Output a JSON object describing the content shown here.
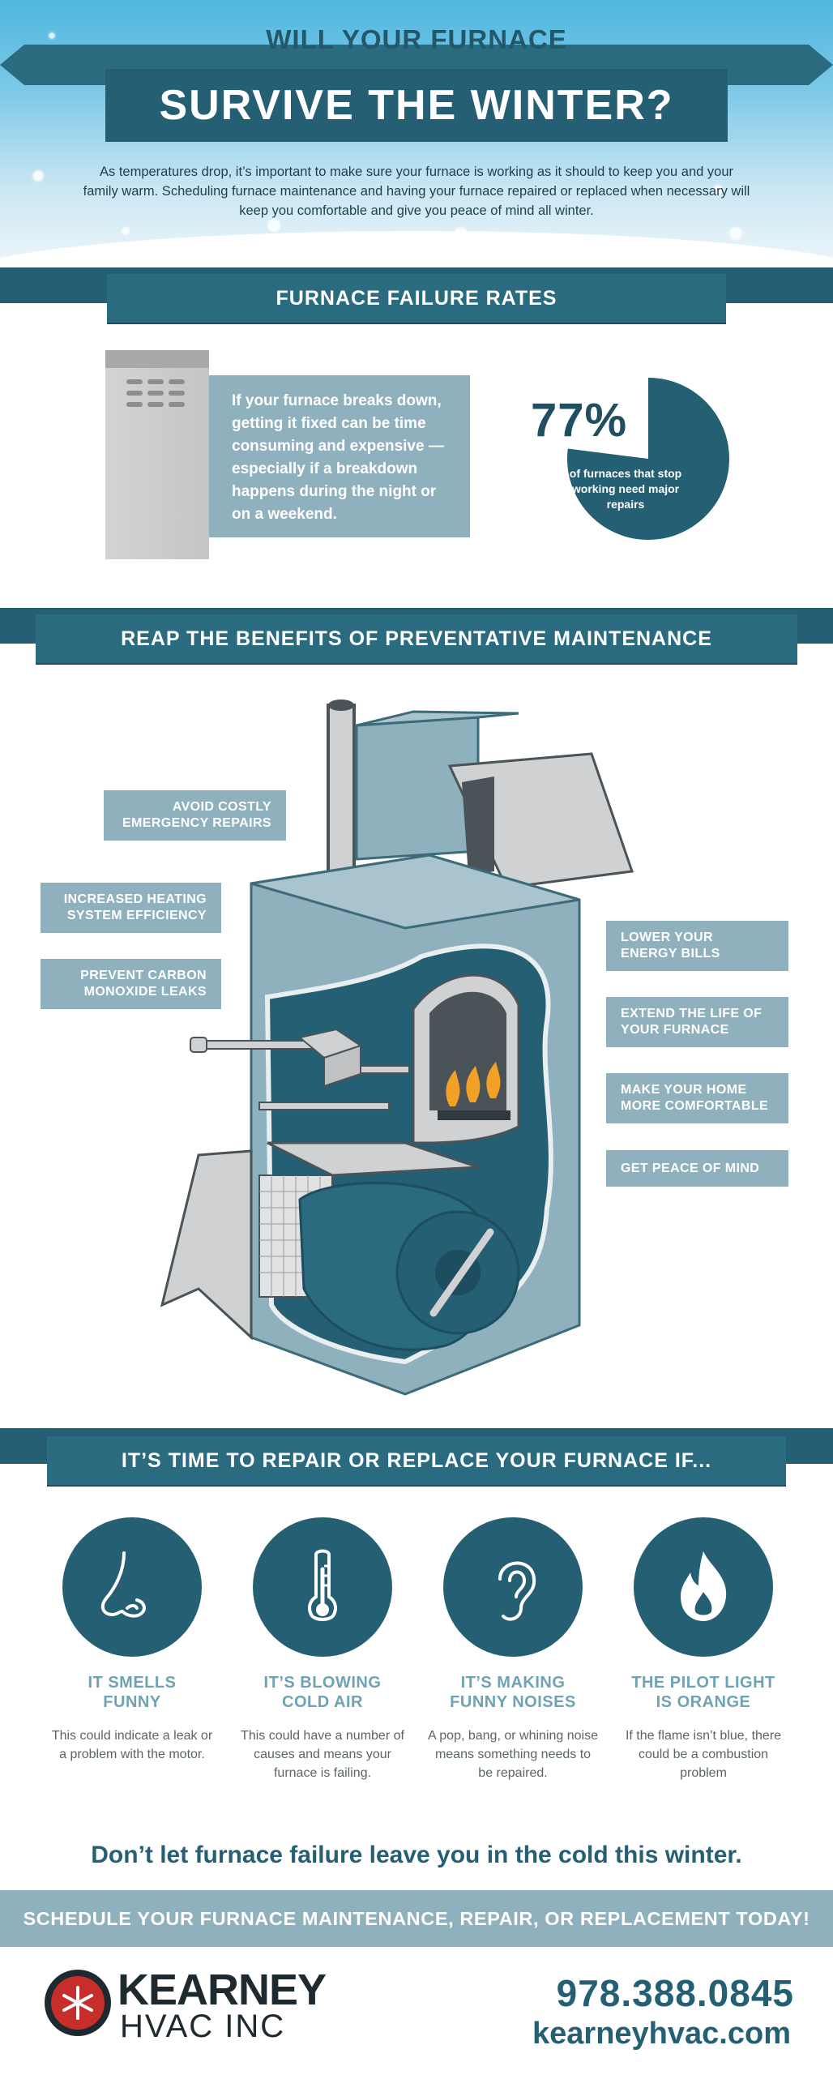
{
  "hero": {
    "kicker": "WILL YOUR FURNACE",
    "title": "SURVIVE THE WINTER?",
    "intro": "As temperatures drop, it’s important to make sure your furnace is working as it should to keep you and your family warm. Scheduling furnace maintenance and having your furnace repaired or replaced when necessary will keep you comfortable and give you peace of mind all winter."
  },
  "failure_rates": {
    "heading": "FURNACE FAILURE RATES",
    "info_text": "If your furnace breaks down, getting it fixed can be time consuming and expensive — especially if a breakdown happens during the night or on a weekend.",
    "stat_percent": "77%",
    "stat_fraction": 0.77,
    "stat_caption": "of furnaces that stop working need major repairs"
  },
  "benefits": {
    "heading": "REAP THE BENEFITS OF PREVENTATIVE MAINTENANCE",
    "left": [
      {
        "line1": "AVOID COSTLY",
        "line2": "EMERGENCY REPAIRS"
      },
      {
        "line1": "INCREASED HEATING",
        "line2": "SYSTEM EFFICIENCY"
      },
      {
        "line1": "PREVENT CARBON",
        "line2": "MONOXIDE LEAKS"
      }
    ],
    "right": [
      {
        "line1": "LOWER YOUR",
        "line2": "ENERGY BILLS"
      },
      {
        "line1": "EXTEND THE LIFE OF",
        "line2": "YOUR FURNACE"
      },
      {
        "line1": "MAKE YOUR HOME",
        "line2": "MORE COMFORTABLE"
      },
      {
        "line1": "GET PEACE OF MIND",
        "line2": ""
      }
    ]
  },
  "replace": {
    "heading": "IT’S TIME TO REPAIR OR REPLACE YOUR FURNACE IF...",
    "reasons": [
      {
        "icon": "nose-icon",
        "title1": "IT SMELLS",
        "title2": "FUNNY",
        "desc": "This could indicate a leak or a problem with the motor."
      },
      {
        "icon": "thermometer-icon",
        "title1": "IT’S BLOWING",
        "title2": "COLD AIR",
        "desc": "This could have a number of causes and means your furnace is failing."
      },
      {
        "icon": "ear-icon",
        "title1": "IT’S MAKING",
        "title2": "FUNNY NOISES",
        "desc": "A pop, bang, or whining noise means something needs to be repaired."
      },
      {
        "icon": "flame-icon",
        "title1": "THE PILOT LIGHT",
        "title2": "IS ORANGE",
        "desc": "If the flame isn’t blue, there could be a combustion problem"
      }
    ]
  },
  "closing": "Don’t let furnace failure leave you in the cold this winter.",
  "cta": "SCHEDULE YOUR FURNACE MAINTENANCE, REPAIR, OR REPLACEMENT TODAY!",
  "footer": {
    "brand_name": "KEARNEY",
    "brand_sub": "HVAC INC",
    "phone": "978.388.0845",
    "website": "kearneyhvac.com"
  },
  "colors": {
    "primary": "#245f73",
    "light_panel": "#8fb0bd",
    "sky": "#4fb7df",
    "logo_red": "#c62d2b"
  }
}
